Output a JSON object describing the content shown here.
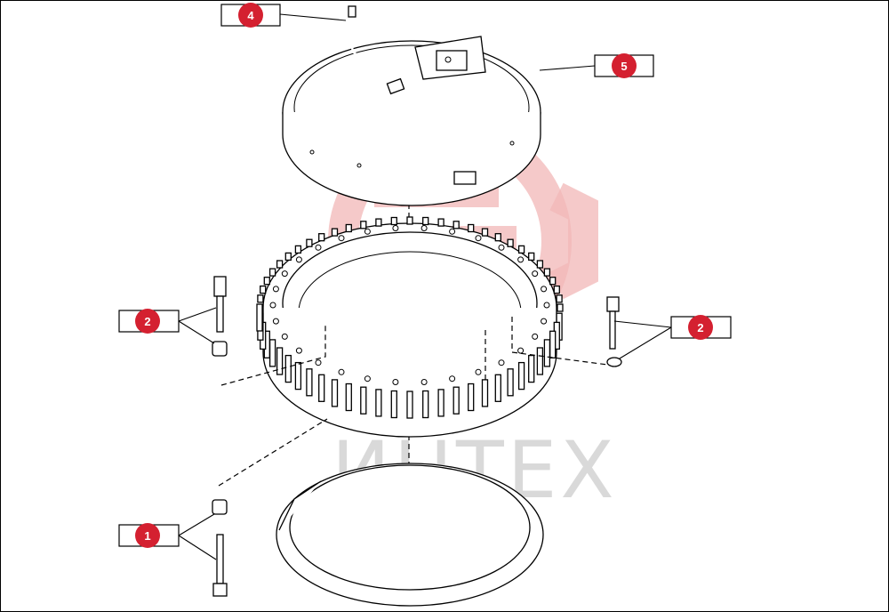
{
  "diagram": {
    "watermark_text": "ИНТЕХ",
    "callouts": [
      {
        "id": "callout-4",
        "label": "4"
      },
      {
        "id": "callout-5",
        "label": "5"
      },
      {
        "id": "callout-2-left",
        "label": "2"
      },
      {
        "id": "callout-2-right",
        "label": "2"
      },
      {
        "id": "callout-1",
        "label": "1"
      }
    ]
  }
}
